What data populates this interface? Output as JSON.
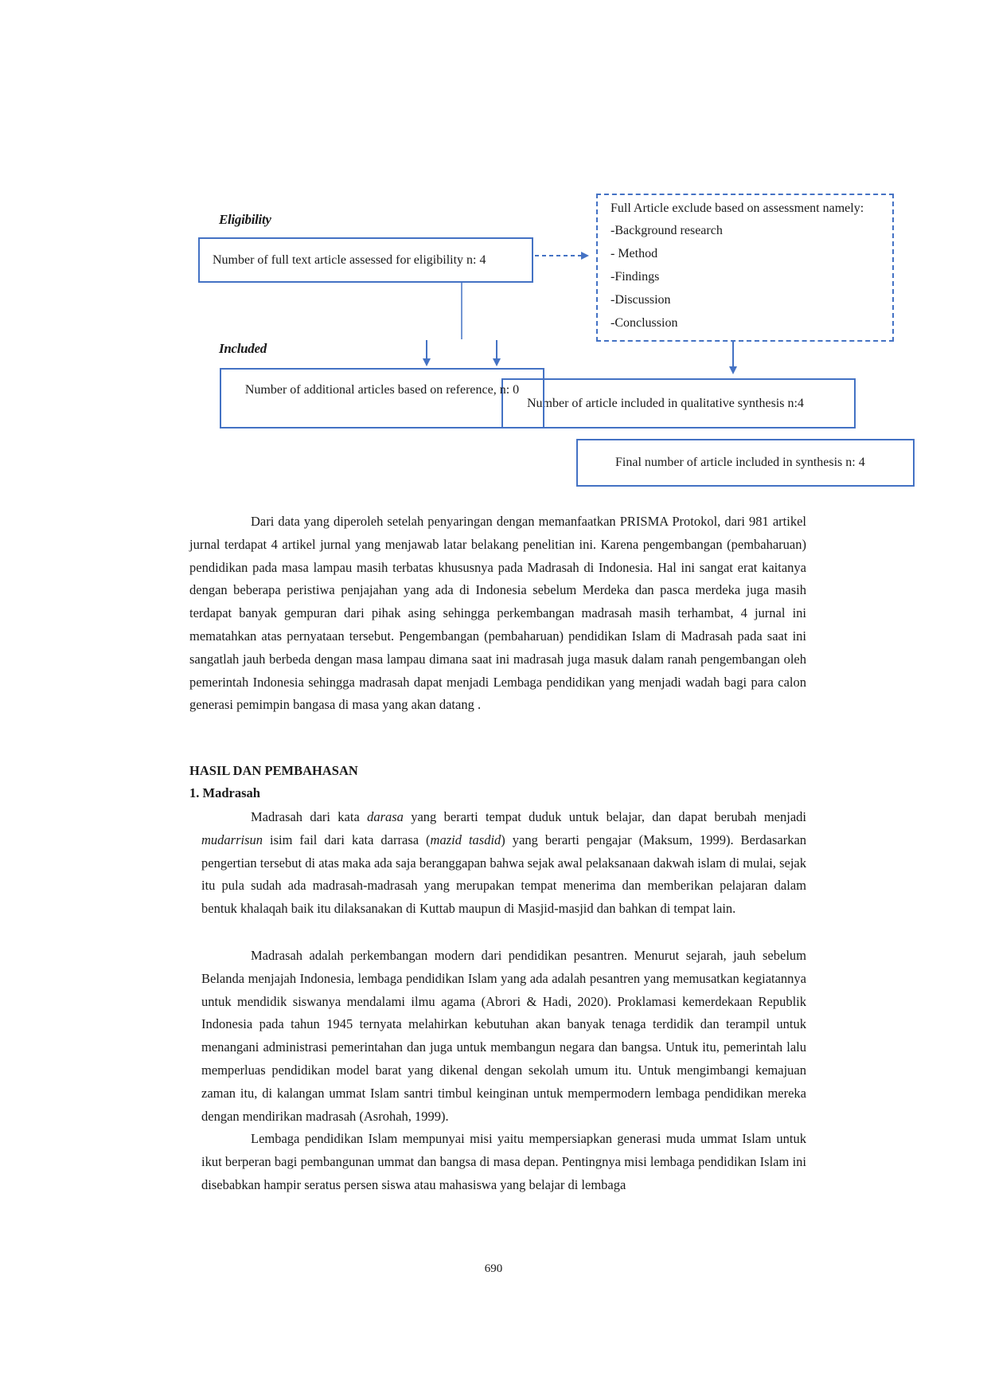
{
  "diagram": {
    "eligibility_label": "Eligibility",
    "included_label": "Included",
    "eligibility_box": "Number of full text article assessed for eligibility n: 4",
    "exclusion_box": {
      "title": "Full Article exclude based on assessment namely:",
      "items": [
        "-Background research",
        "- Method",
        "-Findings",
        "-Discussion",
        "-Conclussion"
      ]
    },
    "additional_box": "Number of additional articles based on reference, n: 0",
    "qualitative_box": "Number of article included in qualitative synthesis n:4",
    "final_box": "Final number of article included in synthesis n: 4",
    "colors": {
      "box_border": "#4472c4",
      "arrow": "#4472c4"
    }
  },
  "body": {
    "intro_paragraph": "Dari data yang diperoleh setelah penyaringan dengan memanfaatkan PRISMA Protokol, dari 981 artikel jurnal terdapat 4 artikel jurnal yang menjawab latar belakang penelitian ini. Karena pengembangan (pembaharuan) pendidikan pada masa lampau masih terbatas khususnya pada Madrasah di Indonesia. Hal ini sangat erat kaitanya dengan beberapa peristiwa penjajahan yang ada di Indonesia sebelum Merdeka dan pasca merdeka juga masih terdapat banyak gempuran dari pihak asing sehingga perkembangan madrasah masih terhambat, 4 jurnal ini mematahkan atas pernyataan tersebut. Pengembangan (pembaharuan) pendidikan Islam di Madrasah pada saat ini sangatlah jauh berbeda dengan masa lampau dimana saat ini madrasah juga masuk dalam ranah pengembangan oleh pemerintah Indonesia sehingga madrasah dapat menjadi Lembaga pendidikan yang menjadi wadah bagi para calon generasi pemimpin bangasa di masa yang akan datang .",
    "section_heading": "HASIL DAN PEMBAHASAN",
    "subsection_heading": "1. Madrasah",
    "madrasah_p1": {
      "t1": "Madrasah dari kata ",
      "i1": "darasa",
      "t2": " yang berarti tempat duduk untuk belajar, dan dapat berubah menjadi ",
      "i2": "mudarrisun",
      "t3": " isim fail dari kata darrasa (",
      "i3": "mazid tasdid",
      "t4": ") yang berarti pengajar (Maksum, 1999). Berdasarkan pengertian tersebut di atas maka ada saja beranggapan bahwa sejak awal pelaksanaan dakwah islam di mulai, sejak itu pula sudah ada madrasah-madrasah yang merupakan tempat menerima dan memberikan pelajaran dalam bentuk khalaqah baik itu dilaksanakan di Kuttab maupun di Masjid-masjid dan bahkan di tempat lain."
    },
    "madrasah_p2": "Madrasah adalah perkembangan modern dari pendidikan pesantren. Menurut sejarah, jauh sebelum Belanda menjajah Indonesia, lembaga pendidikan Islam yang ada adalah pesantren yang memusatkan kegiatannya untuk mendidik siswanya mendalami ilmu agama (Abrori & Hadi, 2020). Proklamasi kemerdekaan Republik Indonesia pada tahun 1945 ternyata melahirkan kebutuhan akan banyak tenaga terdidik dan terampil untuk menangani administrasi pemerintahan dan juga untuk membangun negara dan bangsa. Untuk itu, pemerintah lalu memperluas pendidikan model barat yang dikenal dengan sekolah umum itu. Untuk mengimbangi kemajuan zaman itu, di kalangan ummat Islam santri timbul keinginan untuk mempermodern lembaga pendidikan mereka dengan mendirikan madrasah (Asrohah, 1999).",
    "madrasah_p3": "Lembaga pendidikan Islam mempunyai misi yaitu mempersiapkan generasi muda ummat Islam untuk ikut berperan bagi pembangunan ummat dan bangsa di masa depan. Pentingnya misi lembaga pendidikan Islam ini disebabkan hampir seratus persen siswa atau mahasiswa yang belajar di lembaga"
  },
  "page_number": "690"
}
